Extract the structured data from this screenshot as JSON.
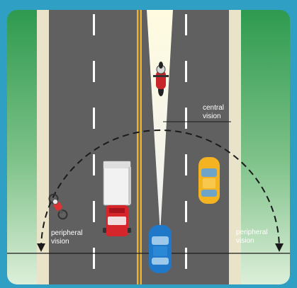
{
  "labels": {
    "central": [
      "central",
      "vision"
    ],
    "peripheral_left": [
      "peripheral",
      "vision"
    ],
    "peripheral_right": [
      "peripheral",
      "vision"
    ]
  },
  "colors": {
    "frame": "#2f9fc4",
    "grass_top": "#2e9a4f",
    "grass_bottom": "#dcefd9",
    "shoulder": "#e9e4c9",
    "road": "#5f5f5f",
    "center_line": "#f0b323",
    "lane_marks": "#ffffff",
    "vision_cone": "#fffbe0",
    "arc": "#1a1a1a",
    "blue_car": "#1f78c8",
    "yellow_car": "#f4b321",
    "truck_cab": "#d7262b",
    "truck_box": "#f2f2f2"
  },
  "icons": {
    "observer": "blue-car-icon",
    "oncoming": "motorcycle-icon",
    "left_lane": "truck-icon",
    "right_lane": "yellow-car-icon",
    "roadside": "bicycle-icon"
  }
}
